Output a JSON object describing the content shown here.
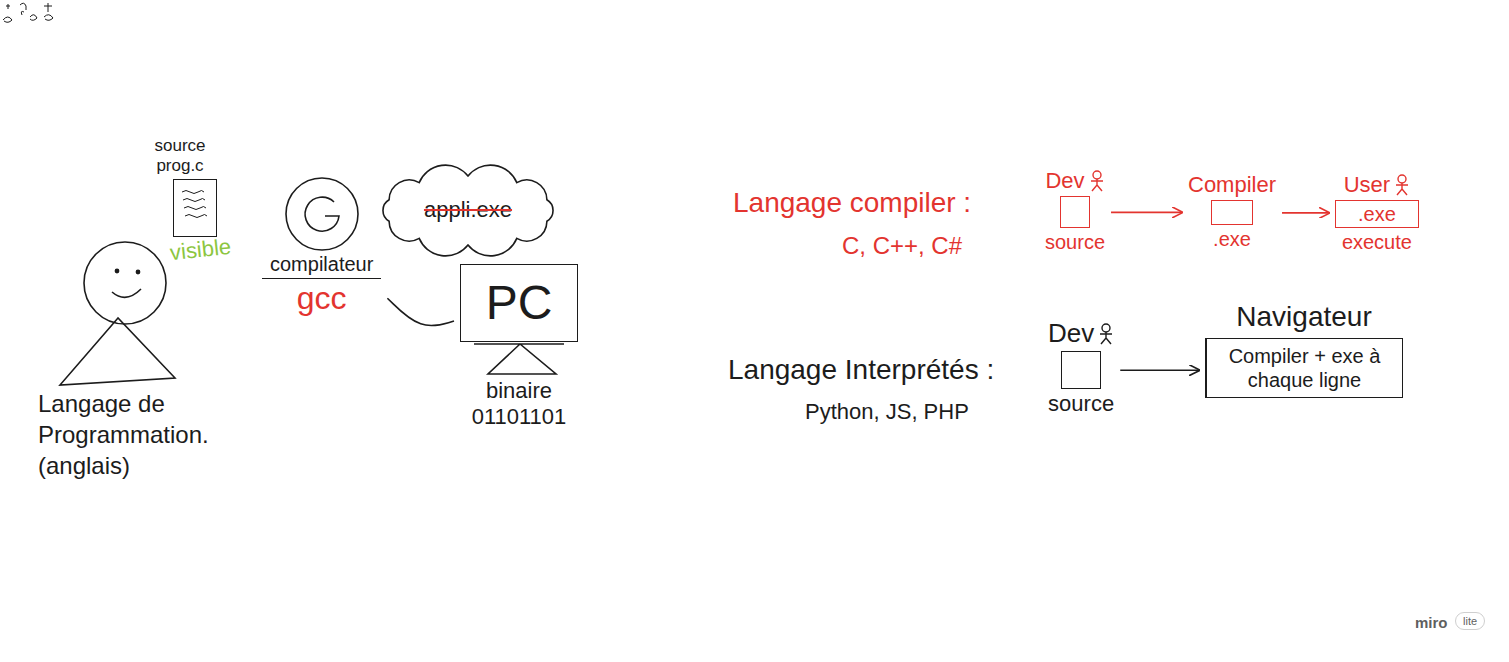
{
  "diagram": {
    "nodes": [
      {
        "text": [
          "source prog.c"
        ]
      },
      {
        "text": [
          "compilateur",
          "gcc"
        ]
      },
      {
        "text": [
          "appli.exe"
        ]
      },
      {
        "text": [
          "PC",
          "binaire 01101101"
        ]
      },
      {
        "text": [
          "Dev",
          "source"
        ]
      },
      {
        "text": [
          "Compiler",
          ".exe"
        ]
      },
      {
        "text": [
          "User",
          ".exe",
          "execute"
        ]
      },
      {
        "text": [
          "Dev",
          "source"
        ]
      },
      {
        "text": [
          "Navigateur",
          "Compiler + exe à chaque ligne"
        ]
      }
    ],
    "edges": [
      {
        "from": 1,
        "to": 3,
        "arrow": "none"
      },
      {
        "from": 4,
        "to": 5,
        "arrow": "to"
      },
      {
        "from": 5,
        "to": 6,
        "arrow": "to"
      },
      {
        "from": 7,
        "to": 8,
        "arrow": "to"
      }
    ],
    "labels": [
      "Langage de Programmation. (anglais)",
      "visible",
      "Langage compiler :",
      "C, C++, C#",
      "Langage Interprétés :",
      "Python, JS, PHP",
      "miro",
      "lite"
    ]
  }
}
